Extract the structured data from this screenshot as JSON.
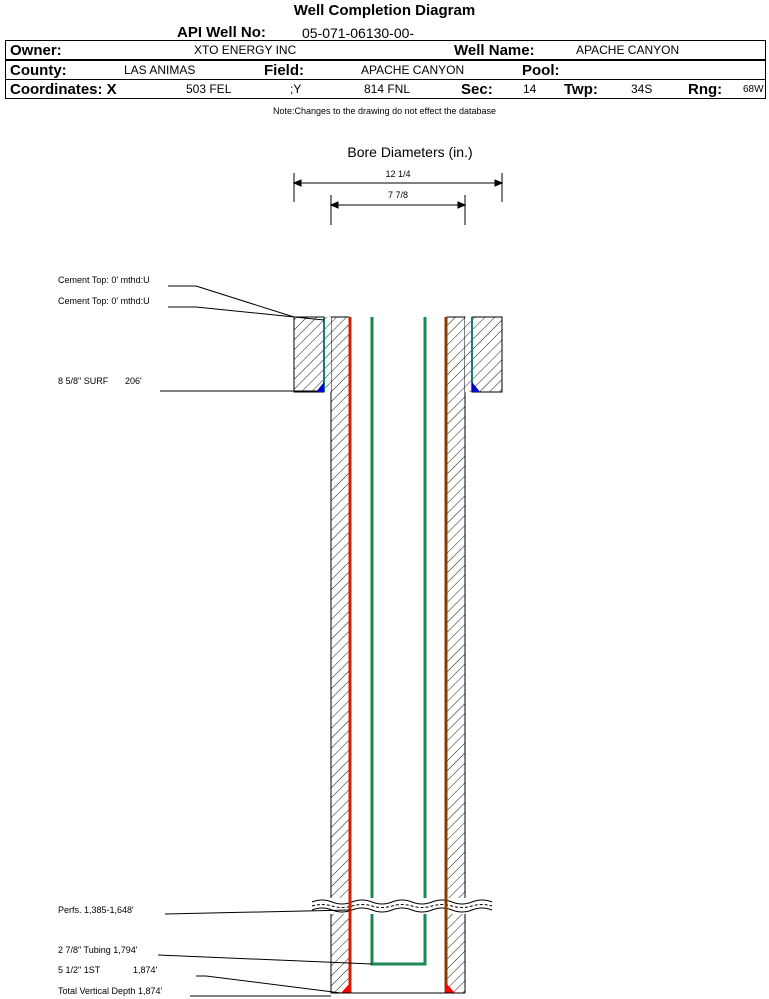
{
  "title": "Well Completion Diagram",
  "header": {
    "api_label": "API Well No:",
    "api_value": "05-071-06130-00-",
    "owner_label": "Owner:",
    "owner_value": "XTO ENERGY INC",
    "well_name_label": "Well Name:",
    "well_name_value": "APACHE CANYON",
    "county_label": "County:",
    "county_value": "LAS ANIMAS",
    "field_label": "Field:",
    "field_value": "APACHE CANYON",
    "pool_label": "Pool:",
    "pool_value": "",
    "coord_label": "Coordinates: X",
    "coord_x": "503 FEL",
    "coord_y_label": ";Y",
    "coord_y": "814 FNL",
    "sec_label": "Sec:",
    "sec_value": "14",
    "twp_label": "Twp:",
    "twp_value": "34S",
    "rng_label": "Rng:",
    "rng_value": "68W"
  },
  "note": "Note:Changes to the drawing do not effect the database",
  "diagram": {
    "bore_title": "Bore Diameters (in.)",
    "bore_outer": "12 1/4",
    "bore_inner": "7 7/8",
    "labels": {
      "cement_top_1": "Cement Top: 0' mthd:U",
      "cement_top_2": "Cement Top: 0' mthd:U",
      "surface_casing": "8 5/8\" SURF",
      "surface_casing_depth": "206'",
      "perfs": "Perfs. 1,385-1,648'",
      "tubing": "2 7/8\" Tubing 1,794'",
      "production_casing": "5 1/2\" 1ST",
      "production_casing_depth": "1,874'",
      "tvd": "Total Vertical Depth 1,874'"
    },
    "colors": {
      "red_casing": "#cc2200",
      "brown_casing": "#8b3a00",
      "teal_casing": "#1a7a7a",
      "tubing": "#1a8a55",
      "cement_shoe_blue": "#0000cc",
      "cement_shoe_red": "#ff0000"
    }
  }
}
